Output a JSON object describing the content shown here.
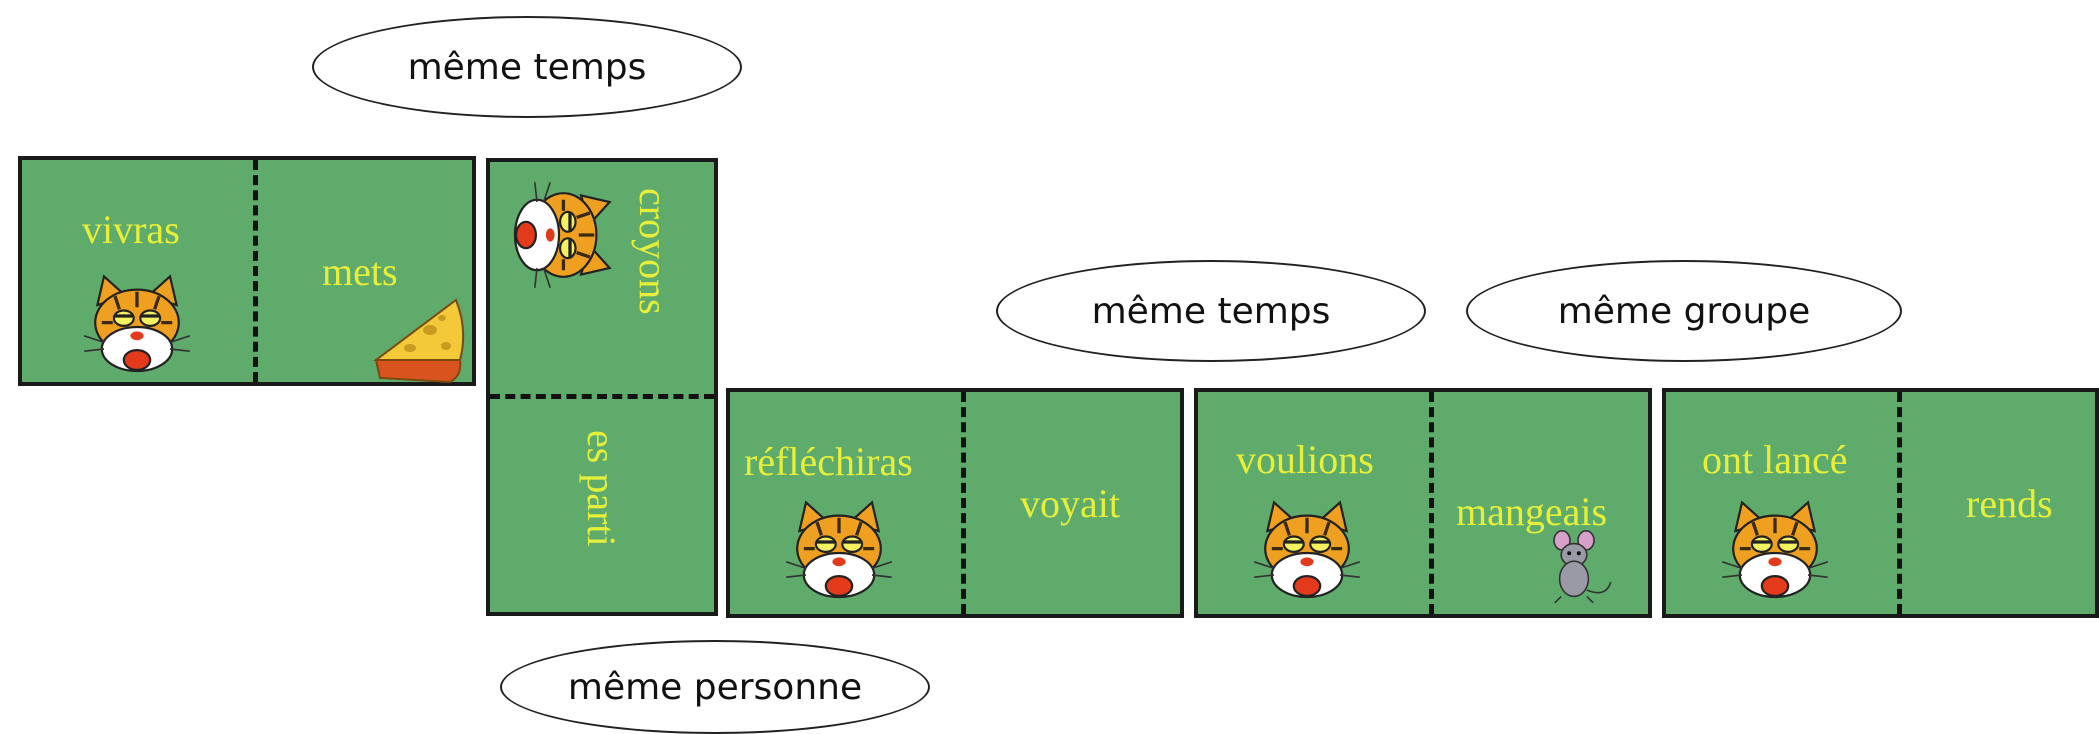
{
  "labels": {
    "top": "même temps",
    "middle_left": "même temps",
    "middle_right": "même groupe",
    "bottom": "même personne"
  },
  "dominoes": [
    {
      "left": "vivras",
      "right": "mets"
    },
    {
      "top": "croyons",
      "bottom": "es parti"
    },
    {
      "left": "réfléchiras",
      "right": "voyait"
    },
    {
      "left": "voulions",
      "right": "mangeais"
    },
    {
      "left": "ont lancé",
      "right": "rends"
    }
  ],
  "colors": {
    "card": "#5fab6c",
    "text": "#e6ef3a",
    "border": "#1a1a1a"
  },
  "icons": [
    "cat-icon",
    "cheese-icon",
    "mouse-icon"
  ]
}
